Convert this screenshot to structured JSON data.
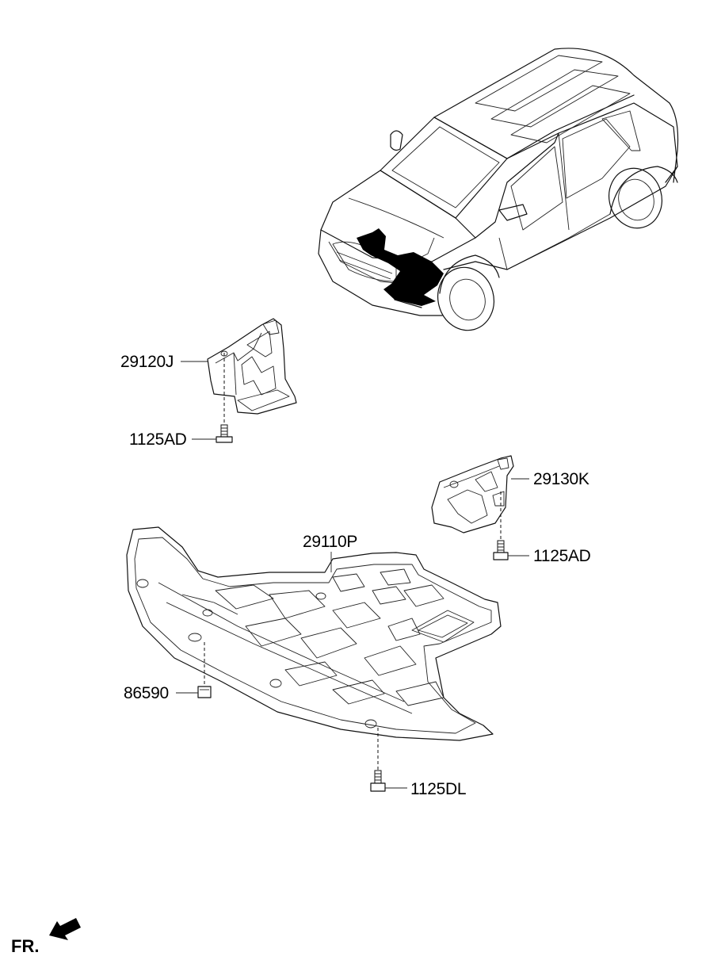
{
  "parts": {
    "front_cover_lh": "29120J",
    "front_cover_rh": "29130K",
    "under_cover": "29110P",
    "bolt_upper_left": "1125AD",
    "bolt_upper_right": "1125AD",
    "bolt_lower": "1125DL",
    "clip": "86590"
  },
  "orientation": {
    "front_label": "FR."
  },
  "colors": {
    "line": "#111111",
    "fill_dark": "#000000",
    "background": "#ffffff"
  }
}
